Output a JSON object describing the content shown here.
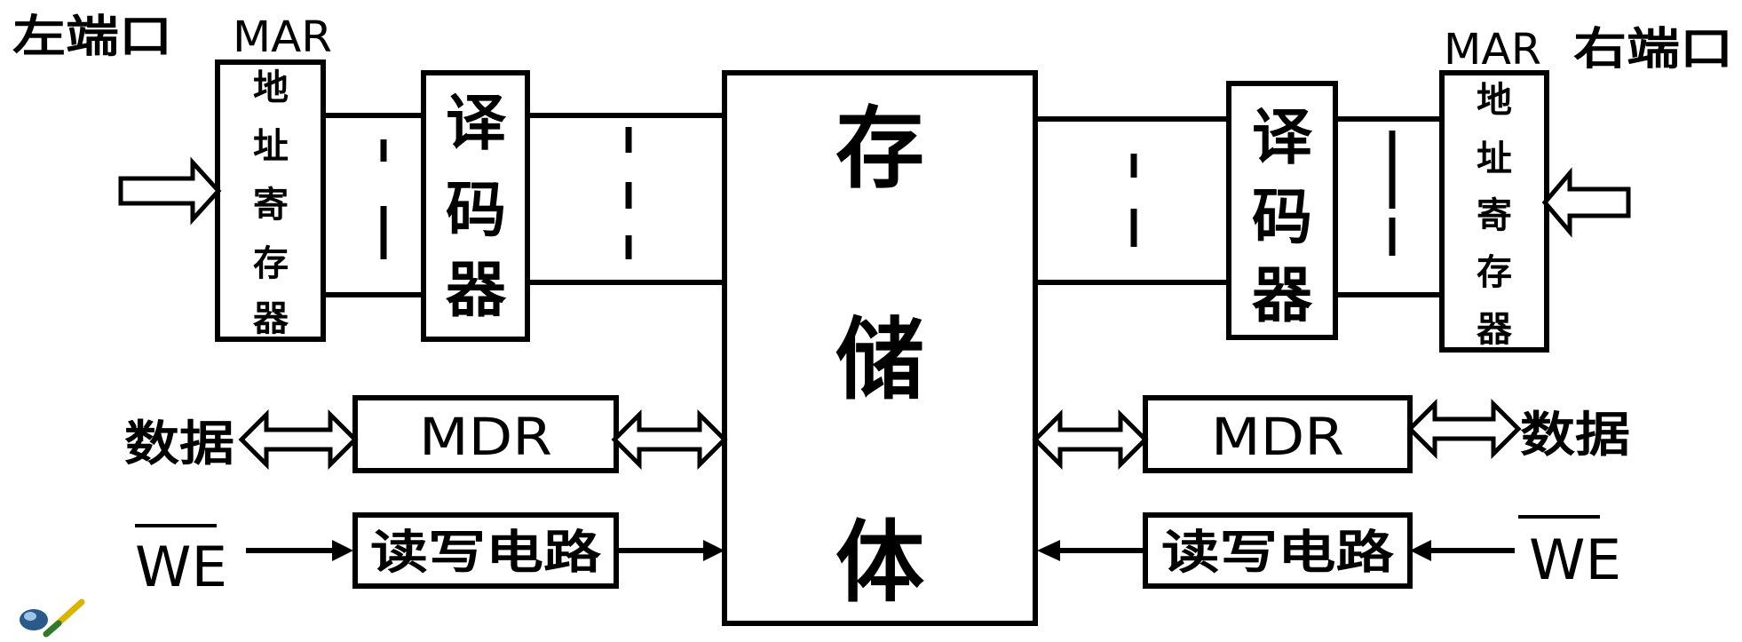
{
  "left_port": {
    "title": "左端口",
    "mar_label": "MAR",
    "address_register": [
      "地",
      "址",
      "寄",
      "存",
      "器"
    ],
    "decoder": [
      "译",
      "码",
      "器"
    ],
    "mdr_label": "MDR",
    "data_label": "数据",
    "rw_circuit_label": "读写电路",
    "we_label": "WE"
  },
  "memory": {
    "label": [
      "存",
      "储",
      "体"
    ]
  },
  "right_port": {
    "title": "右端口",
    "mar_label": "MAR",
    "address_register": [
      "地",
      "址",
      "寄",
      "存",
      "器"
    ],
    "decoder": [
      "译",
      "码",
      "器"
    ],
    "mdr_label": "MDR",
    "data_label": "数据",
    "rw_circuit_label": "读写电路",
    "we_label": "WE"
  }
}
